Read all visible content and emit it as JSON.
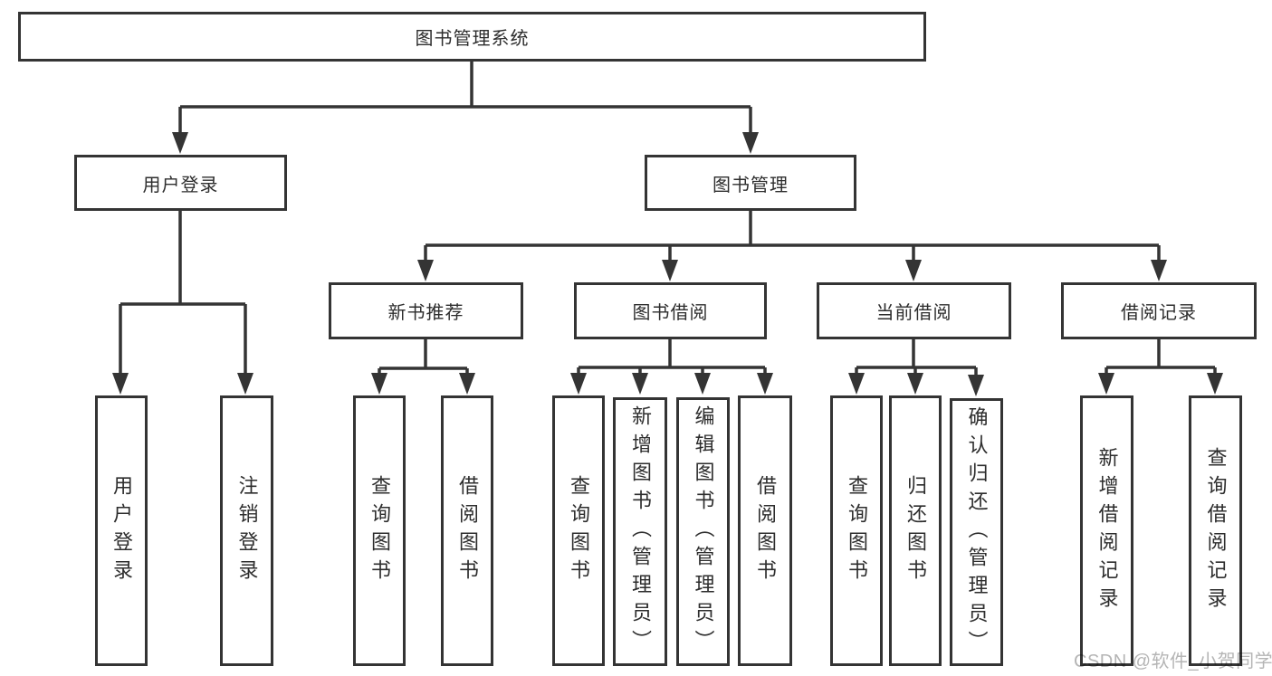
{
  "diagram": {
    "watermark": "CSDN @软件_小贺同学",
    "colors": {
      "line": "#343434",
      "box_border": "#343434",
      "text": "#2d2d2d",
      "box_fill": "#ffffff",
      "background": "#ffffff",
      "watermark": "#b5b5b5"
    },
    "nodes": {
      "root": "图书管理系统",
      "user_login": "用户登录",
      "book_mgmt": "图书管理",
      "leaf_user_login": "用户登录",
      "leaf_logout": "注销登录",
      "new_book_rec": "新书推荐",
      "book_borrow": "图书借阅",
      "current_borrow": "当前借阅",
      "borrow_record": "借阅记录",
      "nb_query_book": "查询图书",
      "nb_borrow_book": "借阅图书",
      "bb_query_book": "查询图书",
      "bb_add_book": "新增图书（管理员）",
      "bb_edit_book": "编辑图书（管理员）",
      "bb_borrow_book": "借阅图书",
      "cb_query_book": "查询图书",
      "cb_return_book": "归还图书",
      "cb_confirm_return": "确认归还（管理员）",
      "br_add_record": "新增借阅记录",
      "br_query_record": "查询借阅记录"
    }
  }
}
